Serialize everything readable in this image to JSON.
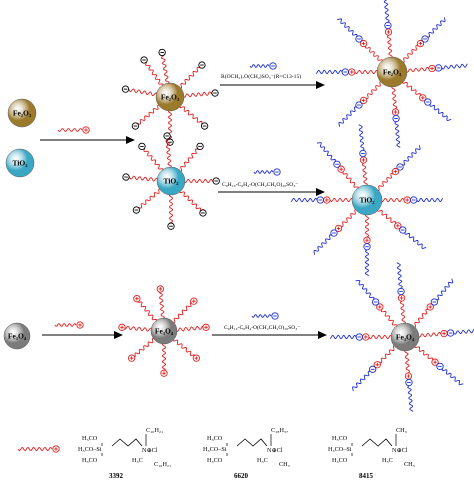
{
  "particles": {
    "fe2o3": {
      "label": "Fe₂O₃",
      "fill": "#9b7a2c"
    },
    "tio2": {
      "label": "TiO₂",
      "fill": "#3aa7c4"
    },
    "fe3o4": {
      "label": "Fe₃O₄",
      "fill": "#7b7b7b"
    }
  },
  "surfactant_labels": {
    "row1": "R(OCH₂)₇O(CH₂)SO₃⁻(R=C13-15)",
    "row2": "C₉H₁₉-C₆H₄-O(CH₂CH₂O)₂₀SO₃⁻",
    "row3": "C₉H₁₉-C₆H₄-O(CH₂CH₂O)₂₀SO₃⁻"
  },
  "colors": {
    "cationic_chain": "#e02020",
    "anionic_chain": "#1f2fd0",
    "text": "#000000"
  },
  "structures": [
    {
      "code": "3392",
      "lines": [
        "C₁₀H₂₁",
        "H₃CO",
        "H₃CO–Si",
        "H₃CO",
        "N⊕Cl",
        "H₃C",
        "C₁₀H₂₁"
      ]
    },
    {
      "code": "6620",
      "lines": [
        "C₁₈H₃₇",
        "H₃CO",
        "H₃CO–Si",
        "H₃CO",
        "N⊕Cl",
        "H₃C",
        "CH₃"
      ]
    },
    {
      "code": "8415",
      "lines": [
        "CH₃",
        "H₃CO",
        "H₃CO–Si",
        "H₃CO",
        "N⊕Cl",
        "H₃C",
        "CH₃"
      ]
    }
  ]
}
